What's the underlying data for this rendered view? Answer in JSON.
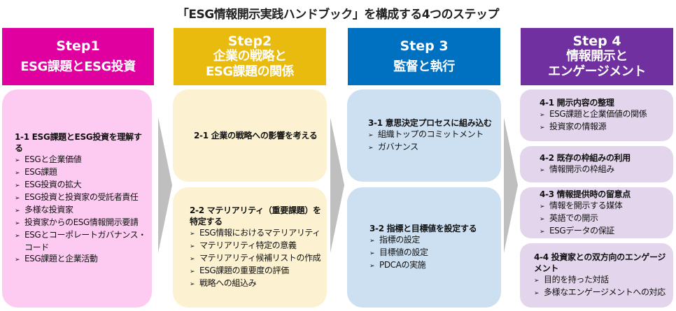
{
  "title": "「ESG情報開示実践ハンドブック」を構成する4つのステップ",
  "colors": {
    "step1_header": "#E000A0",
    "step1_box": "#FDCBF1",
    "step2_header": "#E9BB0F",
    "step2_box": "#FCF2D2",
    "step3_header": "#0070C0",
    "step3_box": "#CCE0F1",
    "step4_header": "#7030A0",
    "step4_box": "#E3D6EC",
    "arrow": "#BFBFBF"
  },
  "bullet_icon": "arrowhead-bullet",
  "steps": [
    {
      "step": "Step1",
      "subtitle": "ESG課題とESG投資",
      "sections": [
        {
          "title": "1-1  ESG課題とESG投資を理解する",
          "items": [
            "ESGと企業価値",
            "ESG課題",
            "ESG投資の拡大",
            "ESG投資と投資家の受託者責任",
            "多様な投資家",
            "投資家からのESG情報開示要請",
            "ESGとコーポレートガバナンス・コード",
            "ESG課題と企業活動"
          ]
        }
      ]
    },
    {
      "step": "Step2",
      "subtitle": "企業の戦略と\nESG課題の関係",
      "sections": [
        {
          "title": "2-1  企業の戦略への影響を考える",
          "items": []
        },
        {
          "title": "2-2  マテリアリティ（重要課題）を特定する",
          "items": [
            "ESG情報におけるマテリアリティ",
            "マテリアリティ特定の意義",
            "マテリアリティ候補リストの作成",
            "ESG課題の重要度の評価",
            "戦略への組込み"
          ]
        }
      ]
    },
    {
      "step": "Step 3",
      "subtitle": "監督と執行",
      "sections": [
        {
          "title": "3-1  意思決定プロセスに組み込む",
          "items": [
            "組織トップのコミットメント",
            "ガバナンス"
          ]
        },
        {
          "title": "3-2  指標と目標値を設定する",
          "items": [
            "指標の設定",
            "目標値の設定",
            "PDCAの実施"
          ]
        }
      ]
    },
    {
      "step": "Step 4",
      "subtitle": "情報開示と\nエンゲージメント",
      "sections": [
        {
          "title": "4-1  開示内容の整理",
          "items": [
            "ESG課題と企業価値の関係",
            "投資家の情報源"
          ]
        },
        {
          "title": "4-2  既存の枠組みの利用",
          "items": [
            "情報開示の枠組み"
          ]
        },
        {
          "title": "4-3  情報提供時の留意点",
          "items": [
            "情報を開示する媒体",
            "英語での開示",
            "ESGデータの保証"
          ]
        },
        {
          "title": "4-4  投資家との双方向のエンゲージメント",
          "items": [
            "目的を持った対話",
            "多様なエンゲージメントへの対応"
          ]
        }
      ]
    }
  ]
}
